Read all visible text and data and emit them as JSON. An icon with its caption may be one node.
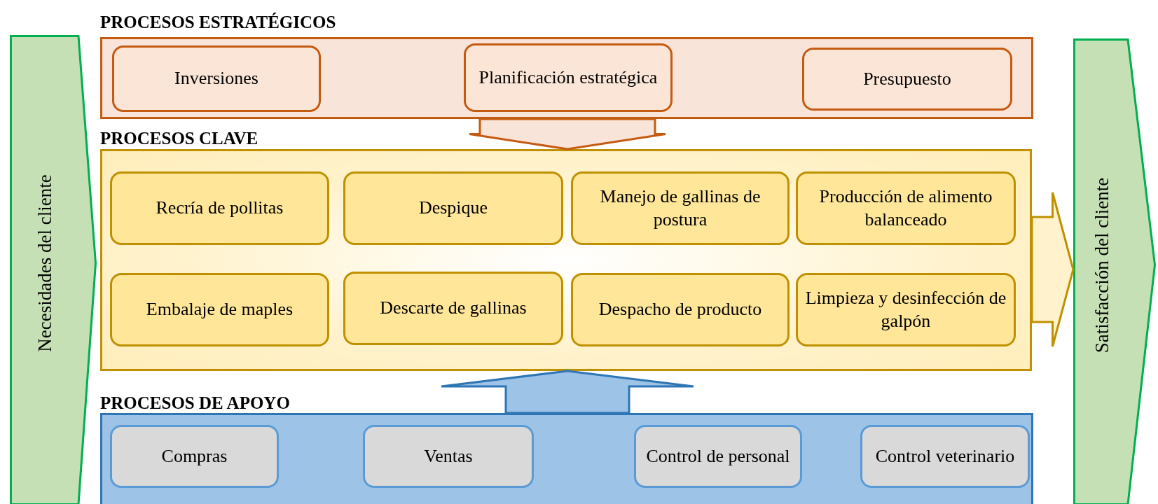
{
  "diagram": {
    "nodes": [
      {
        "text": [
          "Necesidades del cliente"
        ]
      },
      {
        "text": [
          "PROCESOS ESTRATÉGICOS"
        ]
      },
      {
        "text": [
          "Inversiones"
        ],
        "in": 1
      },
      {
        "text": [
          "Planificación estratégica"
        ],
        "in": 1
      },
      {
        "text": [
          "Presupuesto"
        ],
        "in": 1
      },
      {
        "text": [
          "PROCESOS CLAVE"
        ]
      },
      {
        "text": [
          "Recría de pollitas"
        ],
        "in": 5
      },
      {
        "text": [
          "Despique"
        ],
        "in": 5
      },
      {
        "text": [
          "Manejo de gallinas de postura"
        ],
        "in": 5
      },
      {
        "text": [
          "Producción de alimento balanceado"
        ],
        "in": 5
      },
      {
        "text": [
          "Embalaje de maples"
        ],
        "in": 5
      },
      {
        "text": [
          "Descarte de gallinas"
        ],
        "in": 5
      },
      {
        "text": [
          "Despacho de producto"
        ],
        "in": 5
      },
      {
        "text": [
          "Limpieza y desinfección de galpón"
        ],
        "in": 5
      },
      {
        "text": [
          "PROCESOS DE APOYO"
        ]
      },
      {
        "text": [
          "Compras"
        ],
        "in": 14
      },
      {
        "text": [
          "Ventas"
        ],
        "in": 14
      },
      {
        "text": [
          "Control de personal"
        ],
        "in": 14
      },
      {
        "text": [
          "Control veterinario"
        ],
        "in": 14
      },
      {
        "text": [
          "Satisfacción del cliente"
        ]
      }
    ],
    "edges": [
      {
        "from": 1,
        "to": 5,
        "arrow": "to",
        "color": "#c55a11"
      },
      {
        "from": 14,
        "to": 5,
        "arrow": "to",
        "color": "#2e75b6"
      },
      {
        "from": 5,
        "to": 19,
        "arrow": "to",
        "color": "#bf9000"
      }
    ]
  }
}
